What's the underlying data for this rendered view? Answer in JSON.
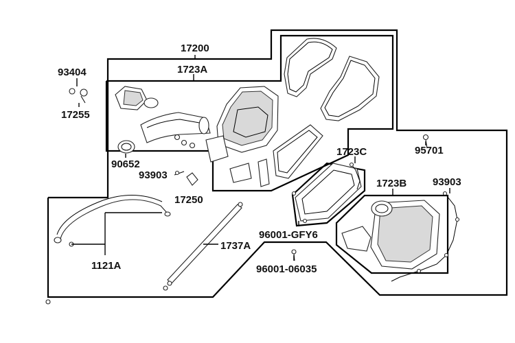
{
  "labels": {
    "p17200": "17200",
    "p1723A": "1723A",
    "p93404": "93404",
    "p17255": "17255",
    "p90652": "90652",
    "p93903a": "93903",
    "p17250": "17250",
    "p1723C": "1723C",
    "p95701": "95701",
    "p1723B": "1723B",
    "p93903b": "93903",
    "p96001gfy6": "96001-GFY6",
    "p1737A": "1737A",
    "p1121A": "1121A",
    "p9600106035": "96001-06035"
  }
}
